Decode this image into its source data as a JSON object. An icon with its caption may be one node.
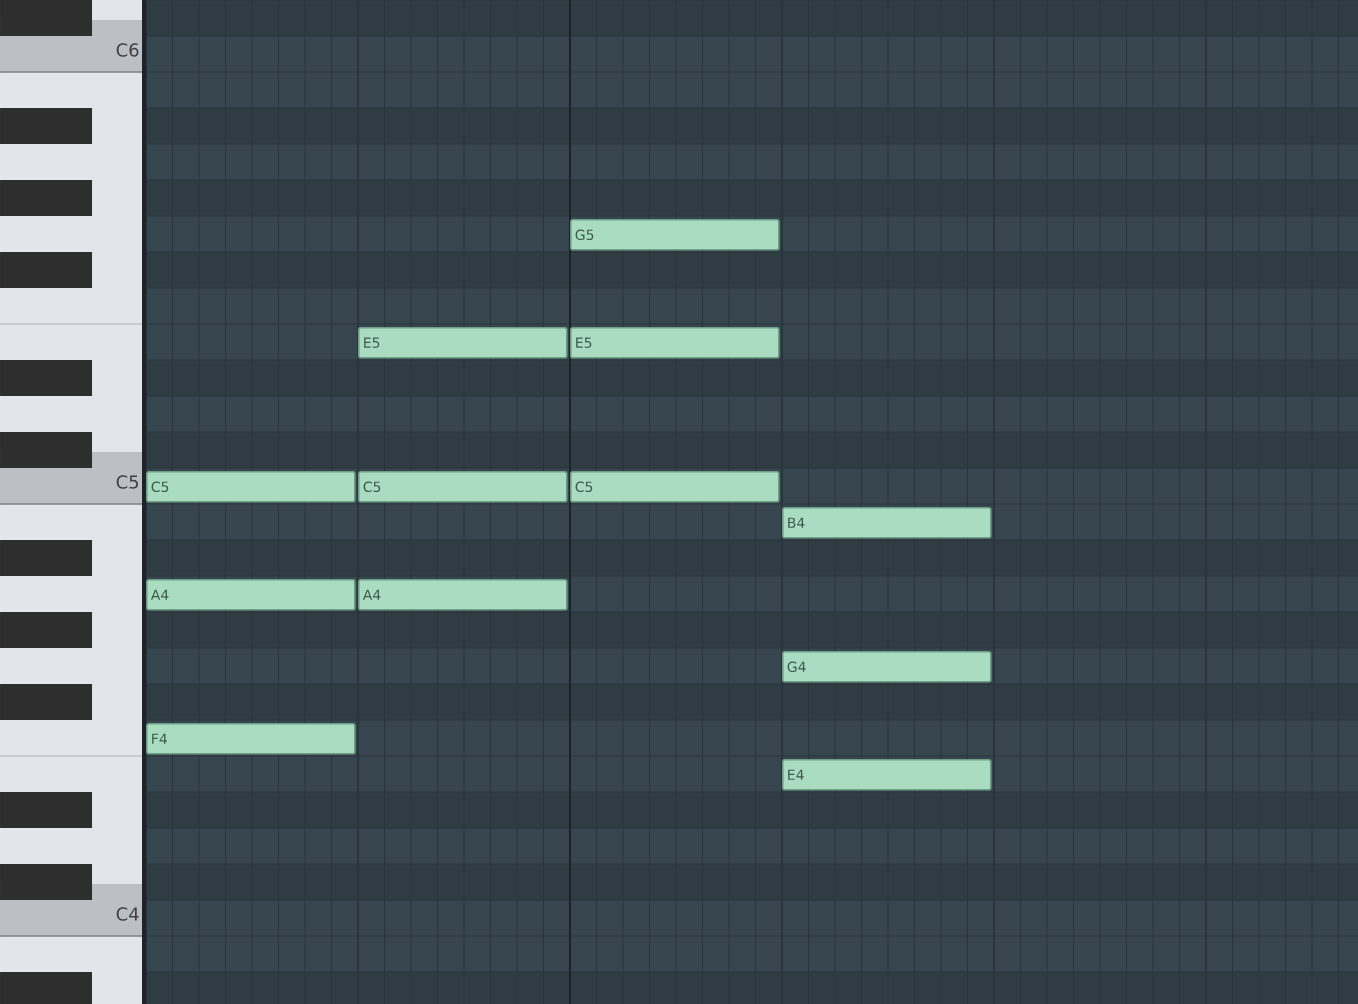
{
  "diagram": {
    "nodes": [
      {
        "text": [
          "G5"
        ]
      },
      {
        "text": [
          "E5"
        ]
      },
      {
        "text": [
          "E5"
        ]
      },
      {
        "text": [
          "C5"
        ]
      },
      {
        "text": [
          "C5"
        ]
      },
      {
        "text": [
          "C5"
        ]
      },
      {
        "text": [
          "B4"
        ]
      },
      {
        "text": [
          "A4"
        ]
      },
      {
        "text": [
          "A4"
        ]
      },
      {
        "text": [
          "G4"
        ]
      },
      {
        "text": [
          "F4"
        ]
      },
      {
        "text": [
          "E4"
        ]
      }
    ],
    "labels": [
      "C6",
      "C5",
      "C4"
    ]
  }
}
